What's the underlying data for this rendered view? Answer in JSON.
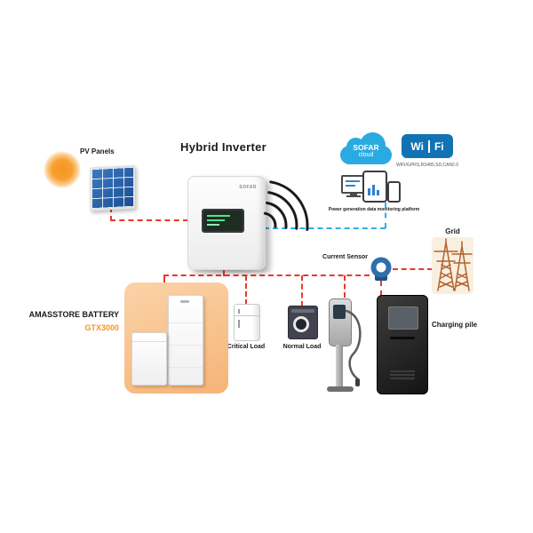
{
  "diagram": {
    "title": "Hybrid Inverter",
    "pv": {
      "label": "PV Panels"
    },
    "inverter": {
      "brand": "SOFAR"
    },
    "cloud": {
      "name": "SOFAR",
      "word": "cloud"
    },
    "wifi": {
      "wi": "Wi",
      "fi": "Fi",
      "protocols": "WIFI/GPRS,RS485,SD,CAN2.0"
    },
    "monitoring": {
      "caption": "Power generation data monitoring platform"
    },
    "grid": {
      "label": "Grid"
    },
    "sensor": {
      "label": "Current Sensor"
    },
    "battery": {
      "title": "AMASSTORE BATTERY",
      "model": "GTX3000"
    },
    "loads": {
      "critical": "Critical Load",
      "normal": "Normal Load"
    },
    "charging": {
      "label": "Charging pile"
    }
  },
  "colors": {
    "line_red": "#e8392b",
    "line_blue": "#2bb1e8",
    "accent_orange": "#f7941d",
    "cloud_blue": "#29abe2",
    "wifi_logo_blue": "#1173b4",
    "battery_panel": "#f8c9a0",
    "pv_panel_blue": "#2d6cb5",
    "grid_tower_brown": "#b2622c"
  }
}
